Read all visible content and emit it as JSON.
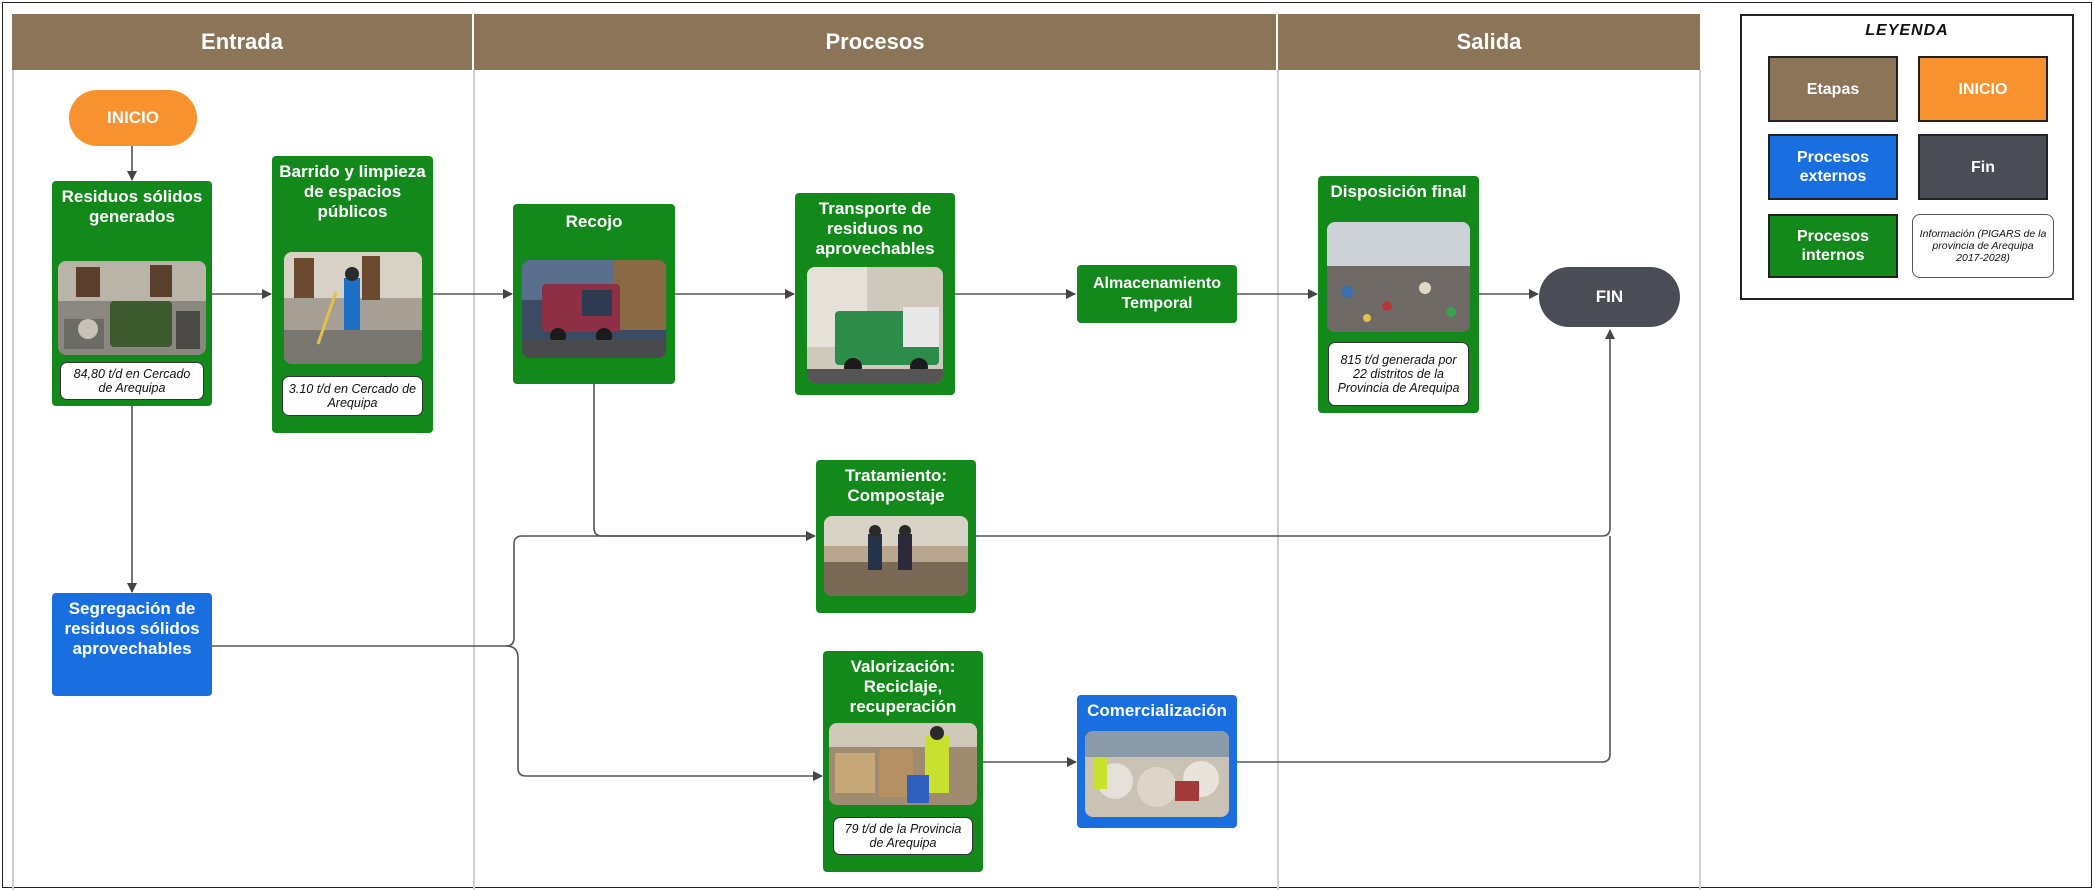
{
  "lanes": {
    "entrada": "Entrada",
    "procesos": "Procesos",
    "salida": "Salida"
  },
  "nodes": {
    "inicio": "INICIO",
    "residuos": {
      "title": "Residuos sólidos generados",
      "info": "84,80 t/d en Cercado de Arequipa"
    },
    "barrido": {
      "title": "Barrido y limpieza de espacios públicos",
      "info": "3.10 t/d en Cercado de Arequipa"
    },
    "segregacion": {
      "title": "Segregación de residuos sólidos aprovechables"
    },
    "recojo": {
      "title": "Recojo"
    },
    "transporte": {
      "title": "Transporte de residuos no aprovechables"
    },
    "almacenamiento": {
      "title": "Almacenamiento Temporal"
    },
    "tratamiento": {
      "title": "Tratamiento: Compostaje"
    },
    "valorizacion": {
      "title": "Valorización: Reciclaje, recuperación",
      "info": "79 t/d de la Provincia de Arequipa"
    },
    "comercializacion": {
      "title": "Comercialización"
    },
    "disposicion": {
      "title": "Disposición final",
      "info": "815 t/d generada por 22 distritos de la Provincia de Arequipa"
    },
    "fin": "FIN"
  },
  "legend": {
    "title": "LEYENDA",
    "etapas": "Etapas",
    "inicio": "INICIO",
    "externos": "Procesos externos",
    "fin": "Fin",
    "internos": "Procesos internos",
    "info": "Información (PIGARS de la provincia de Arequipa 2017-2028)"
  },
  "colors": {
    "lane_header": "#8b7457",
    "inicio": "#f7922e",
    "fin": "#4a4d55",
    "procesos_internos": "#13891b",
    "procesos_externos": "#1a6fe0"
  }
}
